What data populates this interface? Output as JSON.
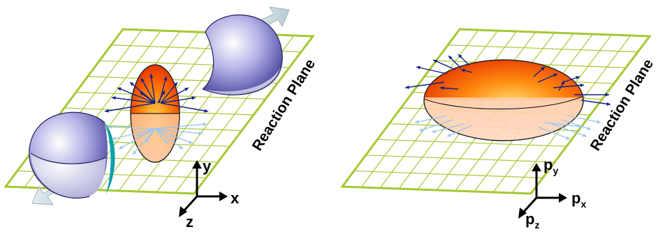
{
  "left_panel": {
    "plane_label": "Reaction Plane",
    "axis_y": "y",
    "axis_x": "x",
    "axis_z": "z"
  },
  "right_panel": {
    "plane_label": "Reaction Plane",
    "axis_y_main": "p",
    "axis_y_sub": "y",
    "axis_x_main": "p",
    "axis_x_sub": "x",
    "axis_z_main": "p",
    "axis_z_sub": "z"
  },
  "colors": {
    "grid": "#a6c832",
    "sphere": "#7a78c8",
    "fireball": "#ff6a00",
    "arrow_dark": "#10208a",
    "arrow_light": "#9cc6ee"
  }
}
